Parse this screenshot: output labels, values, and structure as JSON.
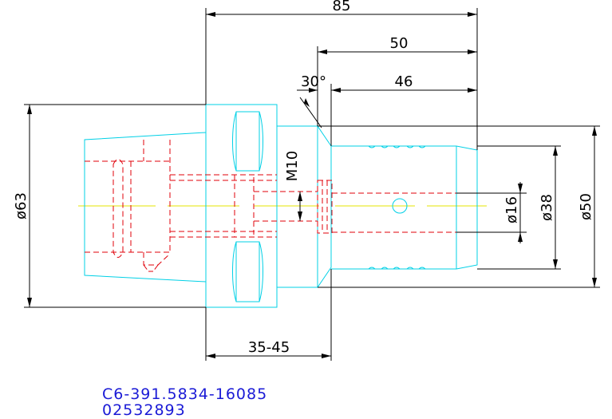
{
  "colors": {
    "outline": "#00d0e6",
    "hidden": "#e0000a",
    "centerline": "#e6e600",
    "dimension": "#000000",
    "part_id": "#1a1ad6"
  },
  "dimensions": {
    "overall_length": "85",
    "length_50": "50",
    "length_46": "46",
    "chamfer_angle": "30°",
    "flange_diameter": "ø63",
    "thread": "M10",
    "bore_diameter": "ø16",
    "shank_diameter": "ø38",
    "collar_diameter": "ø50",
    "adjust_range": "35-45"
  },
  "part_id": {
    "code": "C6-391.5834-16085",
    "number": "02532893"
  }
}
